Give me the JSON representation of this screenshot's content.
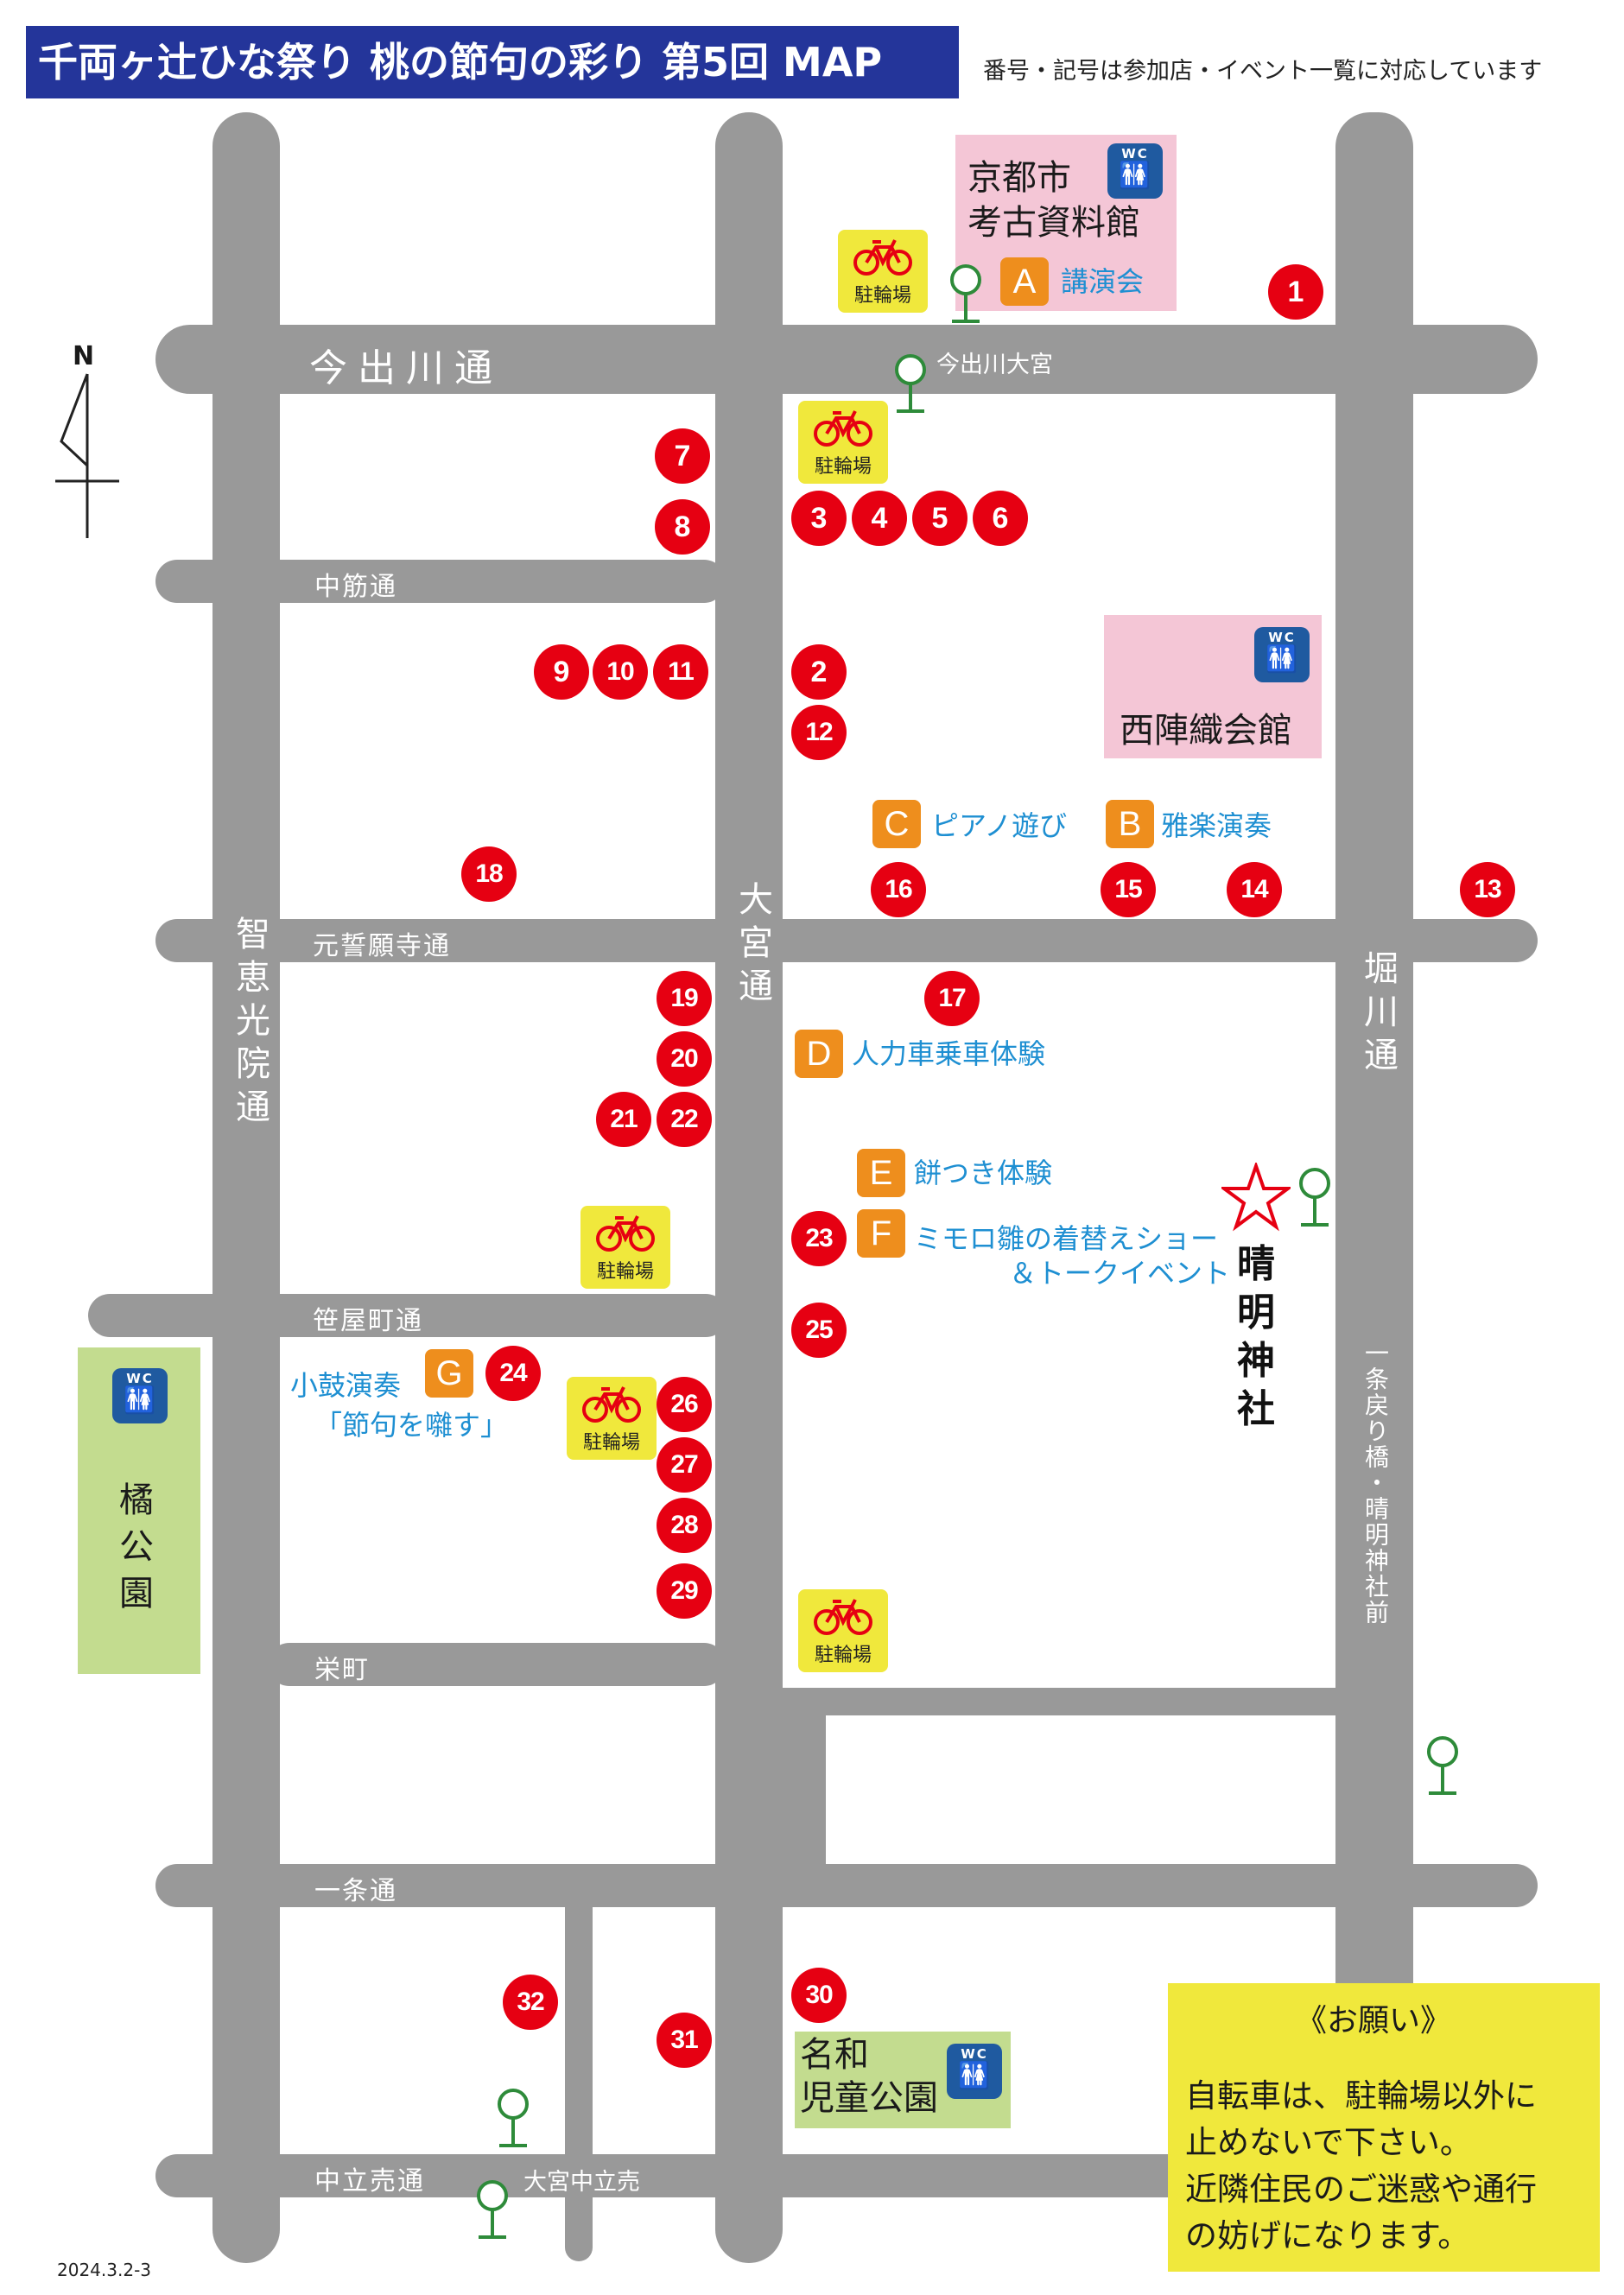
{
  "header": {
    "title": "千両ヶ辻ひな祭り 桃の節句の彩り 第5回 MAP",
    "note": "番号・記号は参加店・イベント一覧に対応しています"
  },
  "compass": {
    "label": "N"
  },
  "roads": {
    "imadegawa": "今出川通",
    "nakasuji": "中筋通",
    "motoseiganji": "元誓願寺通",
    "sasayacho": "笹屋町通",
    "sakaemachi": "栄町",
    "ichijo": "一条通",
    "nakadachiuri": "中立売通",
    "chiekoin": "智恵光院通",
    "omiya": "大宮通",
    "horikawa": "堀川通"
  },
  "places": {
    "kouko": "京都市\n考古資料館",
    "nishijin": "西陣織会館",
    "tachibana": "橘公園",
    "nawa": "名和\n児童公園",
    "seimei": "晴明神社"
  },
  "wc_label": "WC",
  "bus_stops": {
    "imadegawa_omiya": "今出川大宮",
    "ichijomodoribashi": "一条戻り橋・晴明神社前",
    "omiya_nakadachiuri": "大宮中立売"
  },
  "bike_label": "駐輪場",
  "markers": [
    "1",
    "2",
    "3",
    "4",
    "5",
    "6",
    "7",
    "8",
    "9",
    "10",
    "11",
    "12",
    "13",
    "14",
    "15",
    "16",
    "17",
    "18",
    "19",
    "20",
    "21",
    "22",
    "23",
    "24",
    "25",
    "26",
    "27",
    "28",
    "29",
    "30",
    "31",
    "32"
  ],
  "events": {
    "A": {
      "letter": "A",
      "text": "講演会"
    },
    "B": {
      "letter": "B",
      "text": "雅楽演奏"
    },
    "C": {
      "letter": "C",
      "text": "ピアノ遊び"
    },
    "D": {
      "letter": "D",
      "text": "人力車乗車体験"
    },
    "E": {
      "letter": "E",
      "text": "餅つき体験"
    },
    "F": {
      "letter": "F",
      "text": "ミモロ雛の着替えショー",
      "text2": "＆トークイベント"
    },
    "G": {
      "letter": "G",
      "text": "小鼓演奏",
      "text2": "「節句を囃す」"
    }
  },
  "notice": {
    "title": "《お願い》",
    "lines": [
      "自転車は、駐輪場以外に",
      "止めないで下さい。",
      "近隣住民のご迷惑や通行",
      "の妨げになります。"
    ]
  },
  "date": "2024.3.2-3",
  "colors": {
    "road": "#999999",
    "title_bg": "#24359a",
    "marker": "#e60012",
    "event_badge": "#ee8e1d",
    "event_text": "#1e8fd2",
    "building_pink": "#f4c6d6",
    "park_green": "#c3dc8f",
    "bike_yellow": "#f0e83c",
    "wc_blue": "#1f5aa0",
    "bus_stop": "#2e8b3a"
  }
}
